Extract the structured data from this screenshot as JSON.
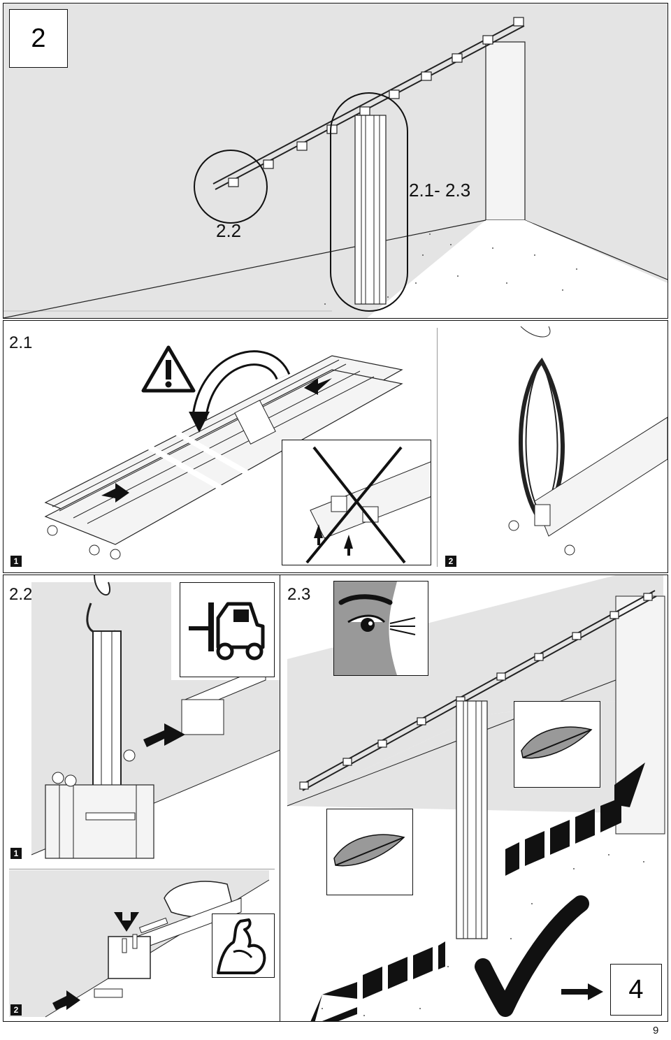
{
  "step": {
    "number": "2"
  },
  "overview": {
    "label_zoom_a": "2.2",
    "label_zoom_b": "2.1- 2.3"
  },
  "sec21": {
    "title": "2.1",
    "sub1": "1",
    "sub2": "2"
  },
  "sec22": {
    "title": "2.2",
    "sub1": "1",
    "sub2": "2"
  },
  "sec23": {
    "title": "2.3"
  },
  "next_step": {
    "number": "4"
  },
  "page_number": "9",
  "icons": [
    "warning-icon",
    "forklift-icon",
    "eye-icon",
    "feather-icon",
    "muscle-arm-icon",
    "checkmark-icon",
    "arrow-icon",
    "wrench-icon"
  ]
}
